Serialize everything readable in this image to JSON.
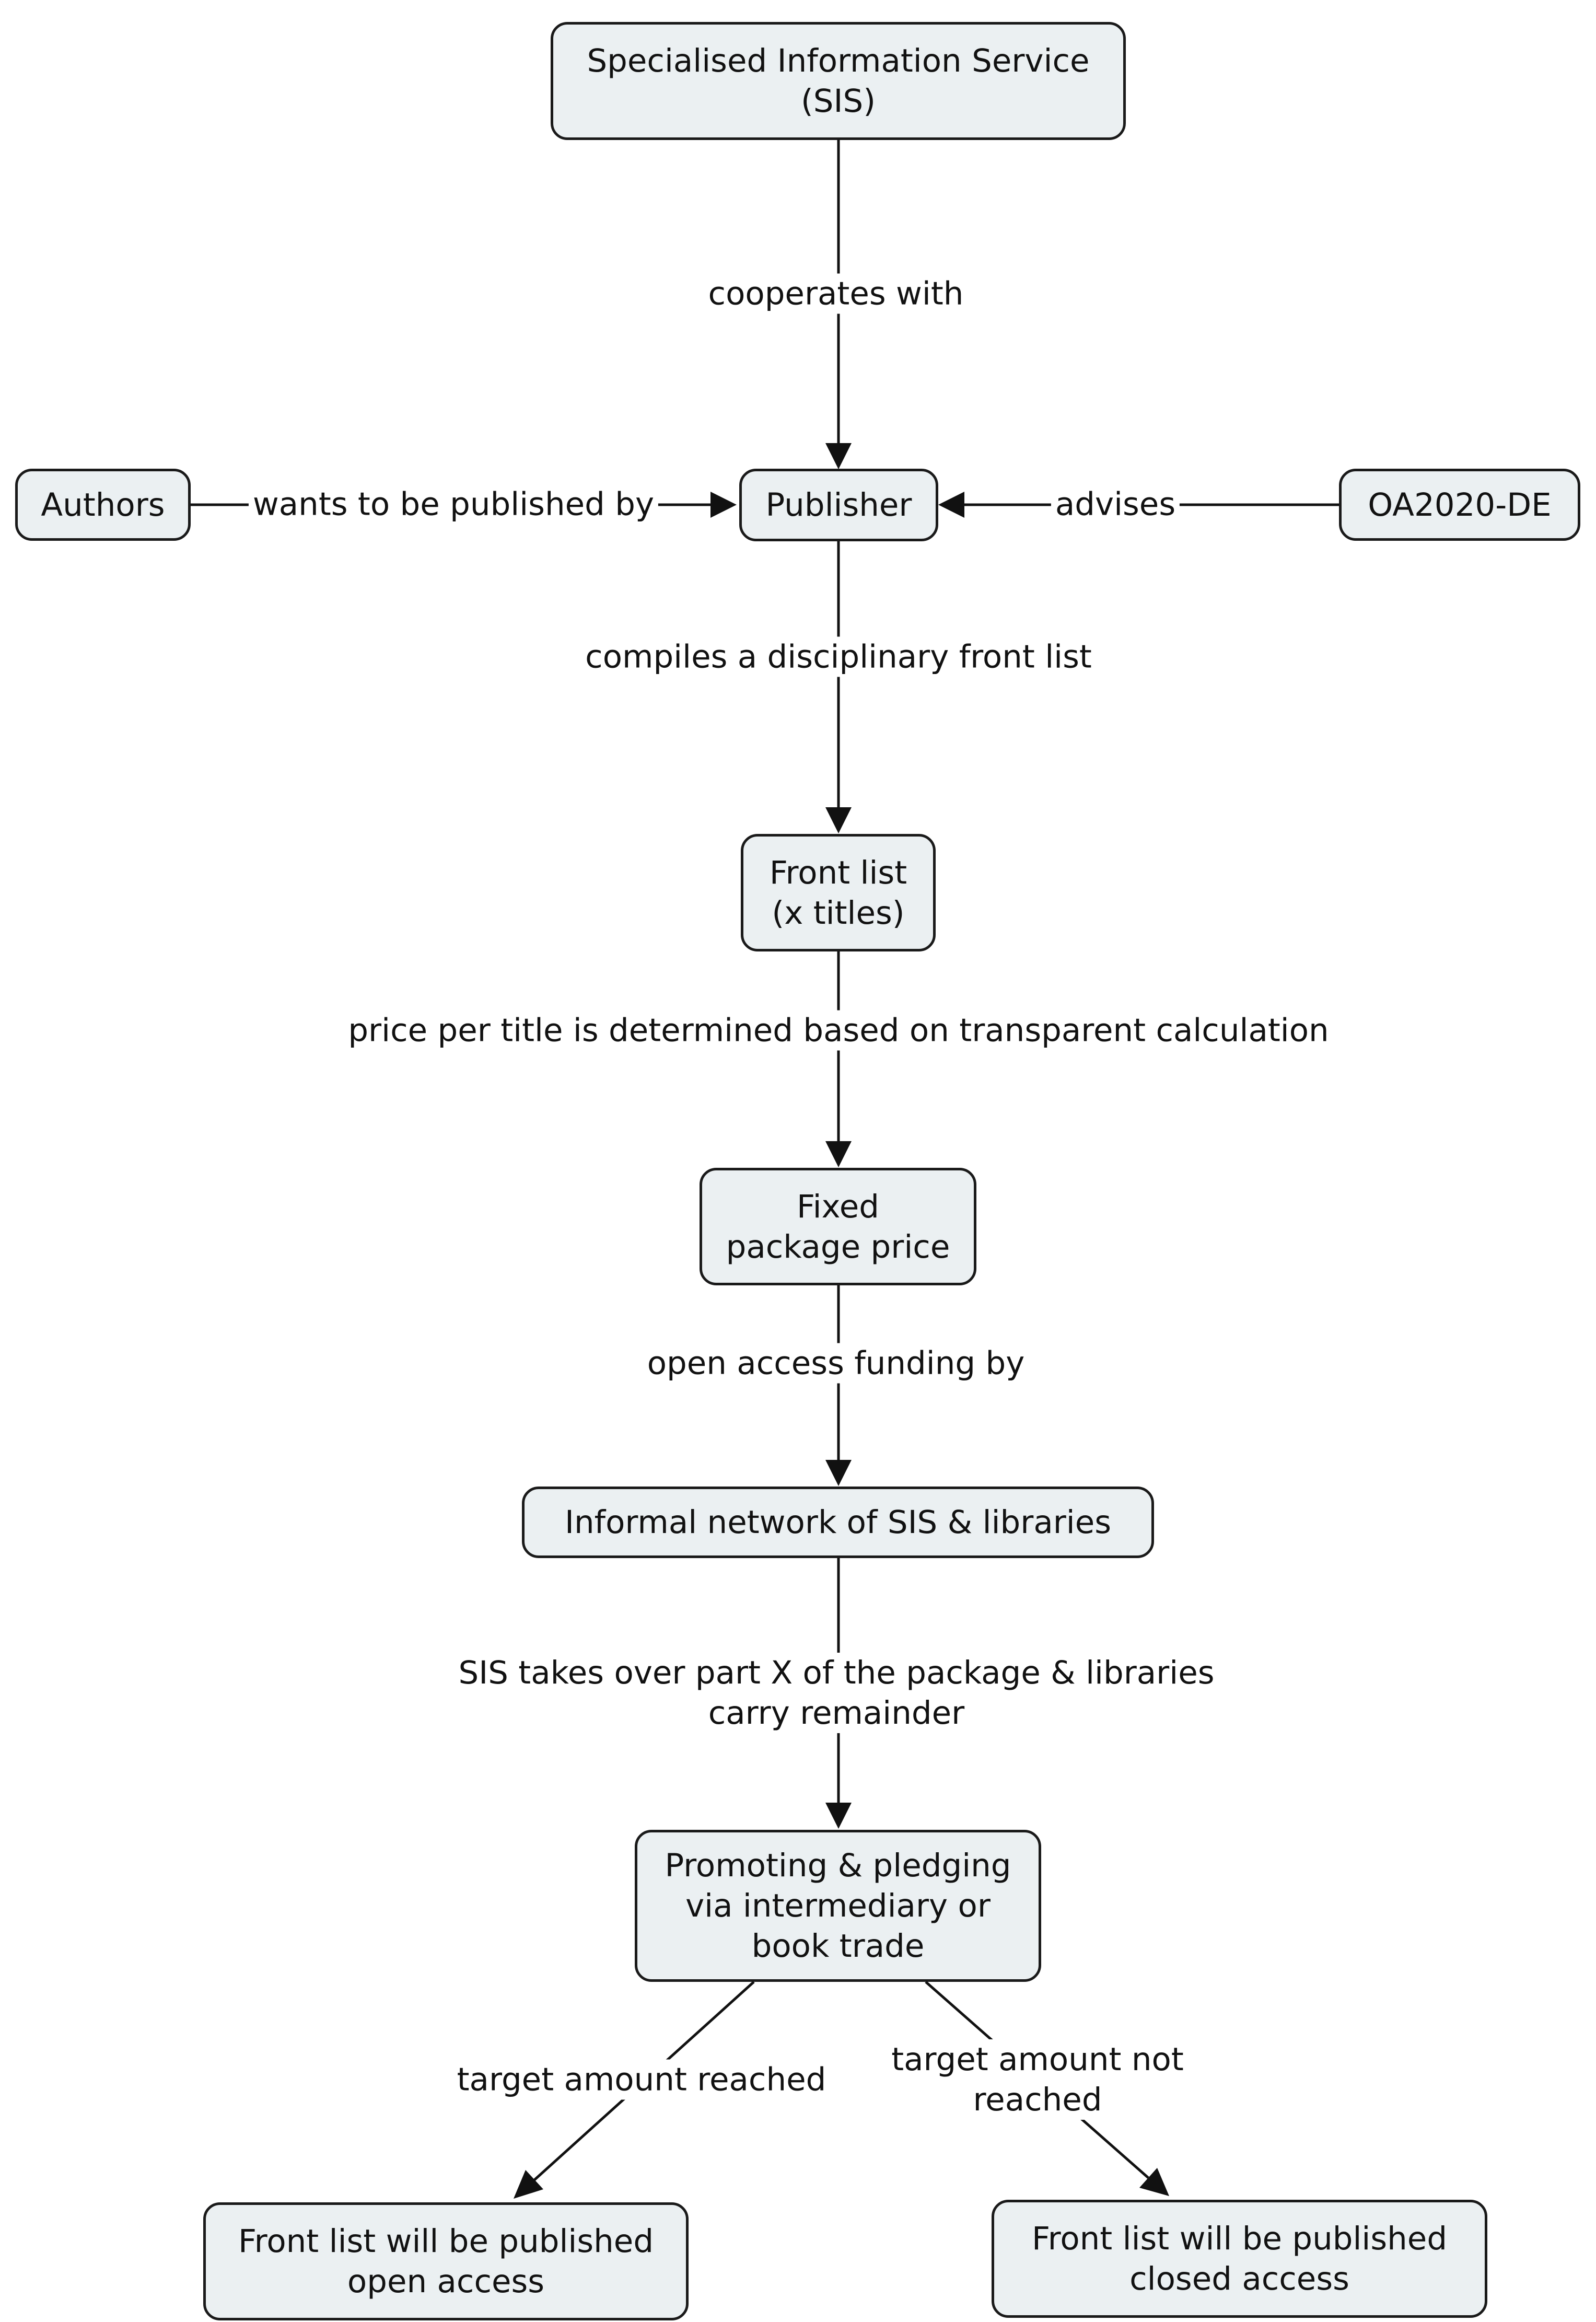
{
  "nodes": {
    "sis": [
      "Specialised Information Service",
      "(SIS)"
    ],
    "authors": [
      "Authors"
    ],
    "publisher": [
      "Publisher"
    ],
    "oa2020": [
      "OA2020-DE"
    ],
    "front_list": [
      "Front list",
      "(x titles)"
    ],
    "fixed_price": [
      "Fixed",
      "package price"
    ],
    "network": [
      "Informal network of SIS & libraries"
    ],
    "promoting": [
      "Promoting & pledging",
      "via intermediary or",
      "book trade"
    ],
    "open_access": [
      "Front list will be published",
      "open access"
    ],
    "closed_access": [
      "Front list will be published",
      "closed access"
    ]
  },
  "edges": {
    "cooperates": [
      "cooperates with"
    ],
    "wants": [
      "wants to be published by"
    ],
    "advises": [
      "advises"
    ],
    "compiles": [
      "compiles a disciplinary front list"
    ],
    "price": [
      "price per title is determined based on transparent calculation"
    ],
    "funding": [
      "open access funding by"
    ],
    "takes_over": [
      "SIS takes over part X of the package & libraries",
      "carry remainder"
    ],
    "reached": [
      "target amount reached"
    ],
    "not_reached": [
      "target amount not",
      "reached"
    ]
  }
}
